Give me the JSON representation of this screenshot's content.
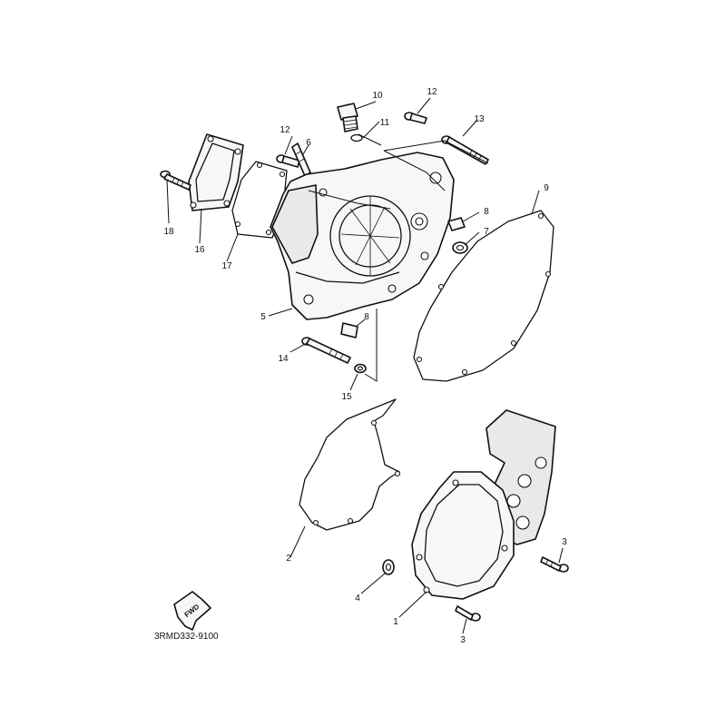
{
  "diagram": {
    "code": "3RMD332-9100",
    "fwd_label": "FWD",
    "callouts": {
      "c1": "1",
      "c2": "2",
      "c3a": "3",
      "c3b": "3",
      "c4": "4",
      "c5": "5",
      "c6": "6",
      "c7": "7",
      "c8a": "8",
      "c8b": "8",
      "c9": "9",
      "c10": "10",
      "c11": "11",
      "c12a": "12",
      "c12b": "12",
      "c13": "13",
      "c14": "14",
      "c15": "15",
      "c16": "16",
      "c17": "17",
      "c18": "18"
    }
  }
}
